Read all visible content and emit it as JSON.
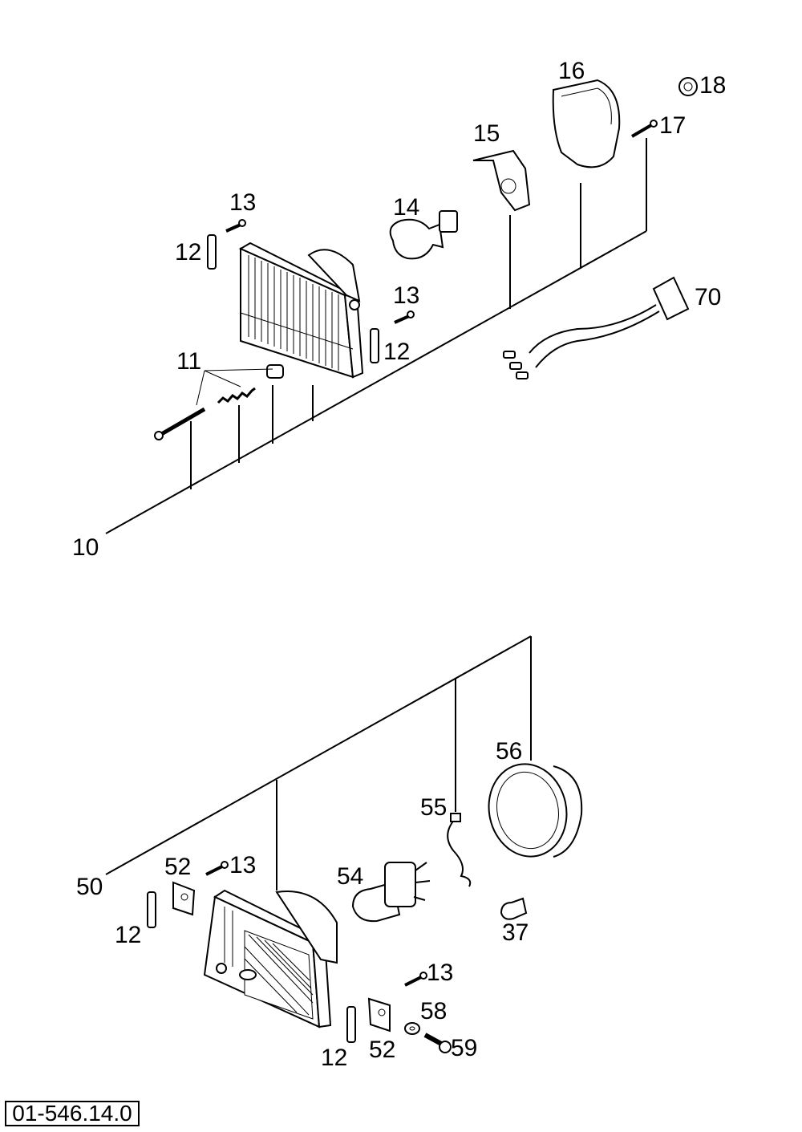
{
  "labels": {
    "p10": "10",
    "p11": "11",
    "p12a": "12",
    "p12b": "12",
    "p12c": "12",
    "p12d": "12",
    "p13a": "13",
    "p13b": "13",
    "p13c": "13",
    "p13d": "13",
    "p14": "14",
    "p15": "15",
    "p16": "16",
    "p17": "17",
    "p18": "18",
    "p37": "37",
    "p50": "50",
    "p52a": "52",
    "p52b": "52",
    "p54": "54",
    "p55": "55",
    "p56": "56",
    "p58": "58",
    "p59": "59",
    "p70": "70"
  },
  "drawing_number": "01-546.14.0"
}
